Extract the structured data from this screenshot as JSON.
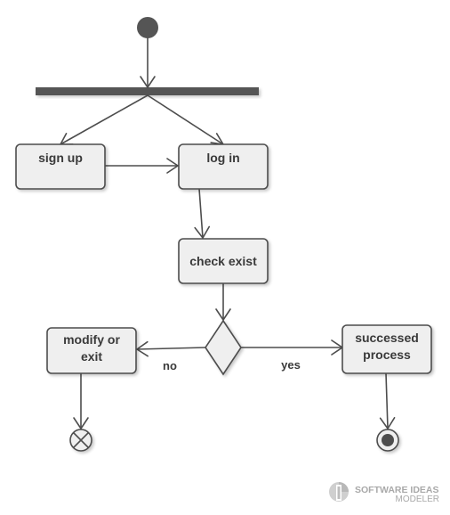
{
  "nodes": {
    "sign_up": "sign up",
    "log_in": "log in",
    "check_exist": "check exist",
    "modify_or_exit": [
      "modify or",
      "exit"
    ],
    "successed_process": [
      "successed",
      "process"
    ]
  },
  "edges": {
    "no": "no",
    "yes": "yes"
  },
  "watermark": {
    "line1": "SOFTWARE IDEAS",
    "line2": "MODELER"
  },
  "colors": {
    "node_fill": "#efefef",
    "stroke": "#4d4d4d",
    "bar": "#555555",
    "text": "#3a3a3a"
  }
}
